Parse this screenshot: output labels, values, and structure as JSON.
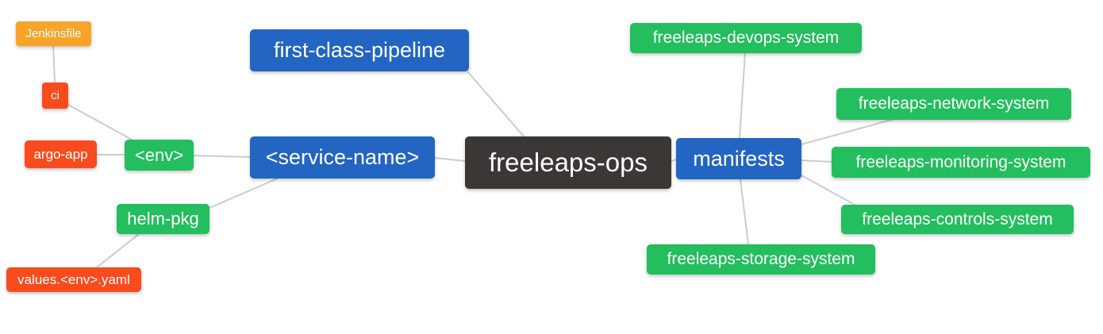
{
  "diagram": {
    "kind": "mindmap",
    "root_label": "freeleaps-ops"
  },
  "palette": {
    "root_node": "#3B3734",
    "primary_node_blue": "#2265C2",
    "secondary_node_green": "#23BE5D",
    "leaf_node_red": "#F94B1D",
    "leaf_node_orange": "#F7A428",
    "connector_line": "#CCCCCC",
    "node_text": "#FFFFFF",
    "background": "#FFFFFF"
  },
  "nodes": {
    "root": {
      "label": "freeleaps-ops"
    },
    "first_class_pipeline": {
      "label": "first-class-pipeline"
    },
    "service_name": {
      "label": "<service-name>"
    },
    "env": {
      "label": "<env>"
    },
    "ci": {
      "label": "ci"
    },
    "jenkinsfile": {
      "label": "Jenkinsfile"
    },
    "argo_app": {
      "label": "argo-app"
    },
    "helm_pkg": {
      "label": "helm-pkg"
    },
    "values_env_yaml": {
      "label": "values.<env>.yaml"
    },
    "manifests": {
      "label": "manifests"
    },
    "devops_system": {
      "label": "freeleaps-devops-system"
    },
    "network_system": {
      "label": "freeleaps-network-system"
    },
    "monitoring_system": {
      "label": "freeleaps-monitoring-system"
    },
    "controls_system": {
      "label": "freeleaps-controls-system"
    },
    "storage_system": {
      "label": "freeleaps-storage-system"
    }
  },
  "edges": [
    {
      "from": "jenkinsfile",
      "to": "ci"
    },
    {
      "from": "ci",
      "to": "env"
    },
    {
      "from": "argo_app",
      "to": "env"
    },
    {
      "from": "env",
      "to": "service_name"
    },
    {
      "from": "helm_pkg",
      "to": "service_name"
    },
    {
      "from": "values_env_yaml",
      "to": "helm_pkg"
    },
    {
      "from": "first_class_pipeline",
      "to": "root"
    },
    {
      "from": "service_name",
      "to": "root"
    },
    {
      "from": "root",
      "to": "manifests"
    },
    {
      "from": "manifests",
      "to": "devops_system"
    },
    {
      "from": "manifests",
      "to": "network_system"
    },
    {
      "from": "manifests",
      "to": "monitoring_system"
    },
    {
      "from": "manifests",
      "to": "controls_system"
    },
    {
      "from": "manifests",
      "to": "storage_system"
    }
  ]
}
